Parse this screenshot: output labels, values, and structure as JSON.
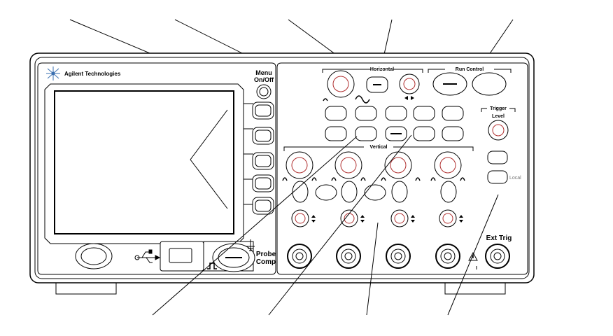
{
  "brand": {
    "name": "Agilent Technologies"
  },
  "menu_button": {
    "label_line1": "Menu",
    "label_line2": "On/Off"
  },
  "probe_comp": {
    "label_line1": "Probe",
    "label_line2": "Comp"
  },
  "sections": {
    "horizontal": "Horizontal",
    "run_control": "Run Control",
    "vertical": "Vertical",
    "trigger": "Trigger",
    "trigger_level": "Level"
  },
  "local_label": "Local",
  "ext_trig_label": "Ext Trig",
  "icons": [
    "usb-icon",
    "waveform-icon",
    "warning-icon",
    "ground-icon",
    "square-wave-icon"
  ]
}
